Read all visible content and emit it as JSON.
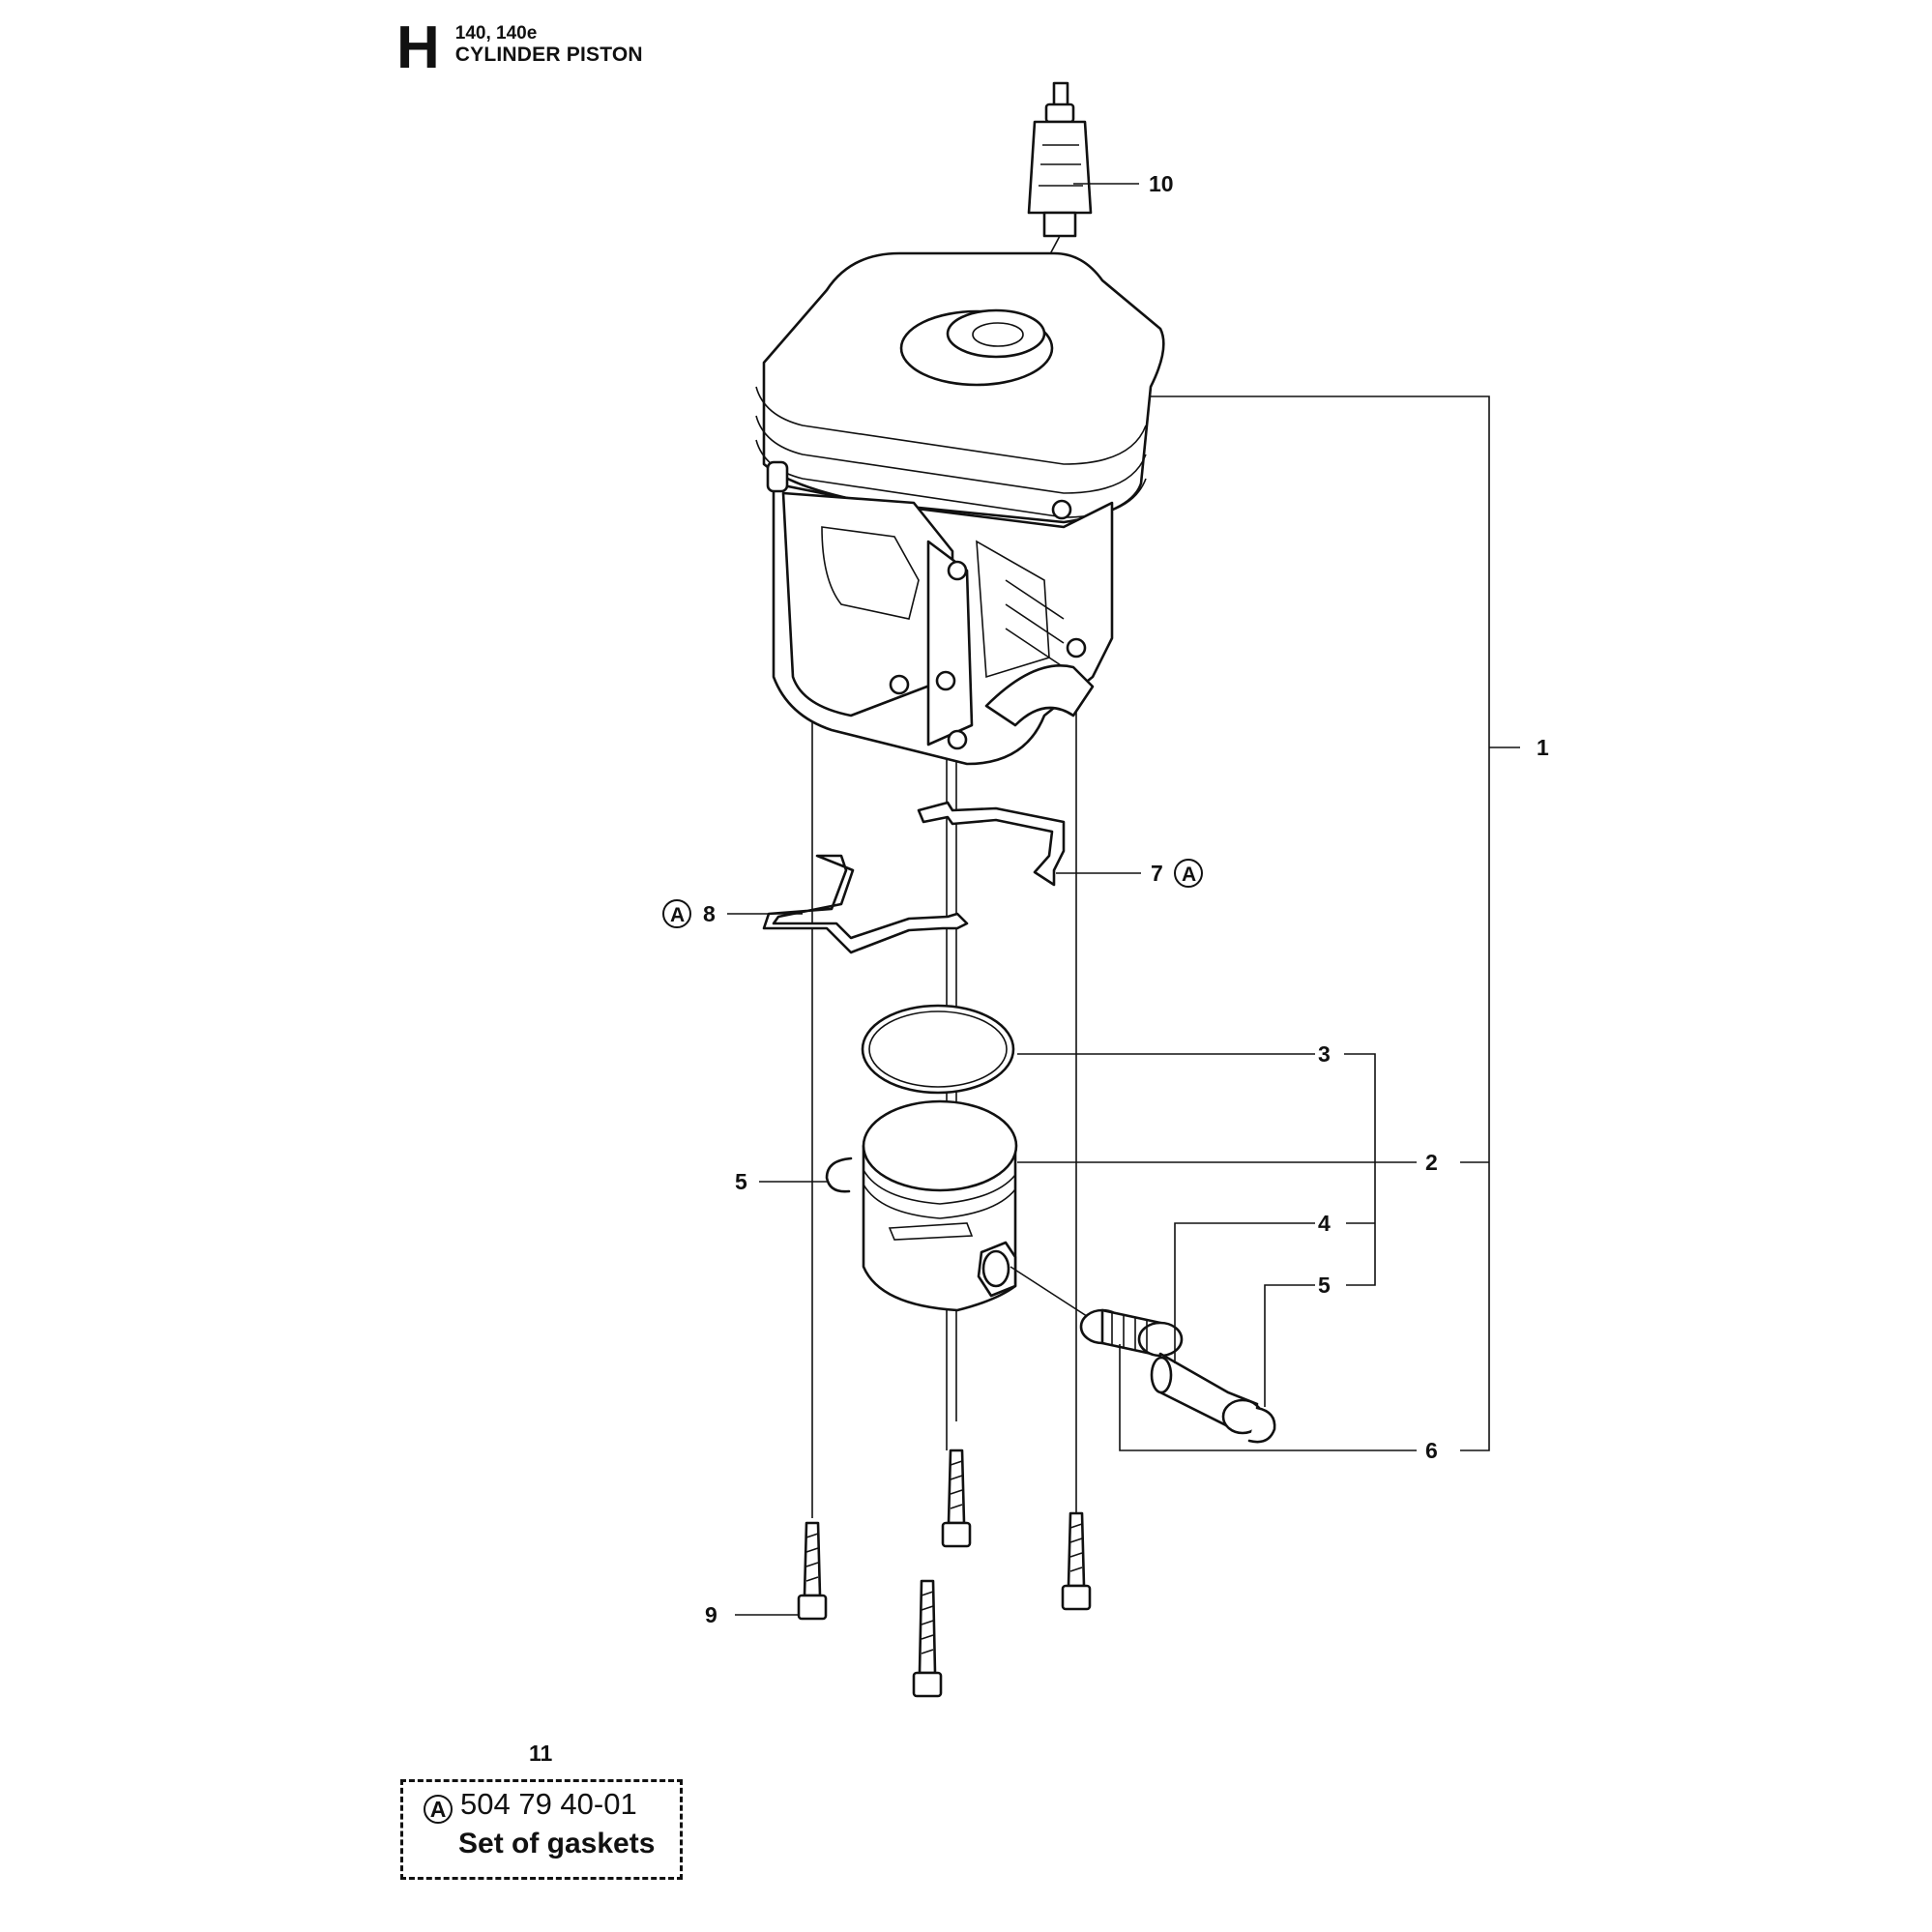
{
  "header": {
    "section_letter": "H",
    "models": "140, 140e",
    "title": "CYLINDER PISTON"
  },
  "callouts": {
    "c1": "1",
    "c2": "2",
    "c3": "3",
    "c4": "4",
    "c5a": "5",
    "c5b": "5",
    "c6": "6",
    "c7": "7",
    "c8": "8",
    "c9": "9",
    "c10": "10",
    "c11": "11"
  },
  "markers": {
    "m7": "A",
    "m8": "A"
  },
  "kit": {
    "marker": "A",
    "part_number": "504 79 40-01",
    "description": "Set of gaskets"
  }
}
